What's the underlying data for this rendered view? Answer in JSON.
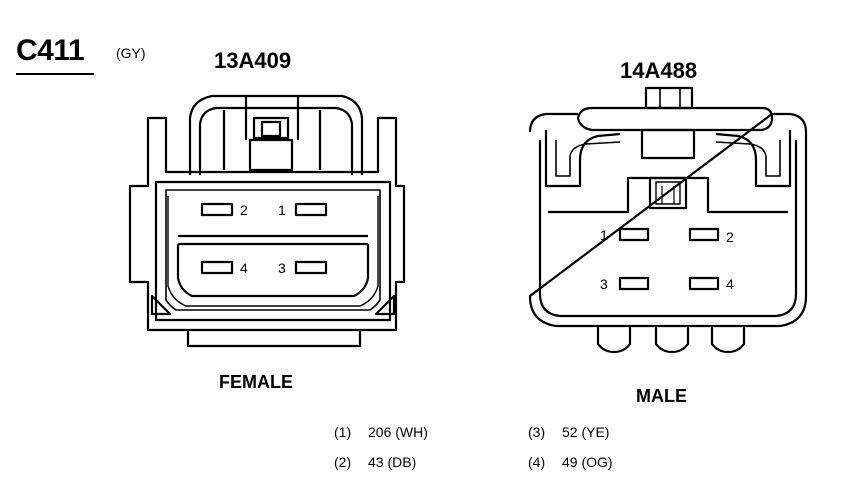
{
  "connector": {
    "id": "C411",
    "color_code": "(GY)"
  },
  "female": {
    "part_number": "13A409",
    "label": "FEMALE",
    "pins": [
      "2",
      "1",
      "4",
      "3"
    ]
  },
  "male": {
    "part_number": "14A488",
    "label": "MALE",
    "pins": [
      "1",
      "2",
      "3",
      "4"
    ]
  },
  "circuits": [
    {
      "pin": "(1)",
      "circuit": "206 (WH)"
    },
    {
      "pin": "(2)",
      "circuit": "43 (DB)"
    },
    {
      "pin": "(3)",
      "circuit": "52 (YE)"
    },
    {
      "pin": "(4)",
      "circuit": "49 (OG)"
    }
  ]
}
